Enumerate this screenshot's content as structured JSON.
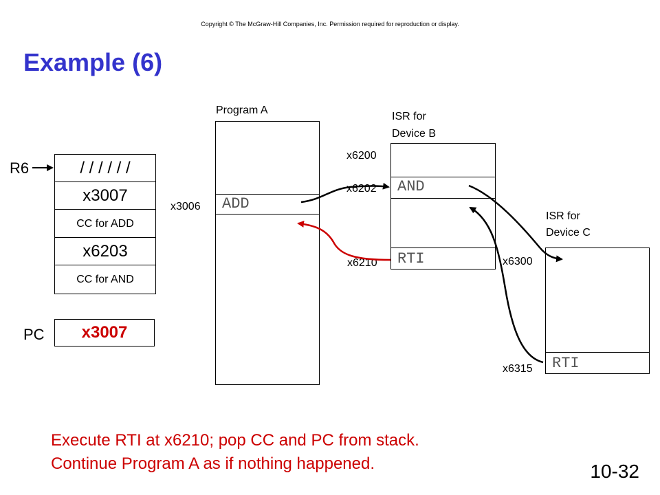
{
  "copyright": "Copyright © The McGraw-Hill Companies, Inc. Permission required for reproduction or display.",
  "title": "Example (6)",
  "stack": {
    "pointer_label": "R6",
    "cells": [
      "/ / / / / /",
      "x3007",
      "CC for ADD",
      "x6203",
      "CC for AND"
    ]
  },
  "pc": {
    "label": "PC",
    "value": "x3007"
  },
  "program_a": {
    "label": "Program A",
    "addr": "x3006",
    "instr": "ADD"
  },
  "isr_b": {
    "label_line1": "ISR for",
    "label_line2": "Device B",
    "addr_start": "x6200",
    "addr_and": "x6202",
    "instr_and": "AND",
    "addr_rti": "x6210",
    "instr_rti": "RTI"
  },
  "isr_c": {
    "label_line1": "ISR for",
    "label_line2": "Device C",
    "addr_start": "x6300",
    "addr_rti": "x6315",
    "instr_rti": "RTI"
  },
  "caption": {
    "line1": "Execute RTI at x6210; pop CC and PC from stack.",
    "line2": "Continue Program A as if nothing happened."
  },
  "slide_number": "10-32",
  "colors": {
    "title": "#3333cc",
    "highlight": "#cc0000"
  }
}
